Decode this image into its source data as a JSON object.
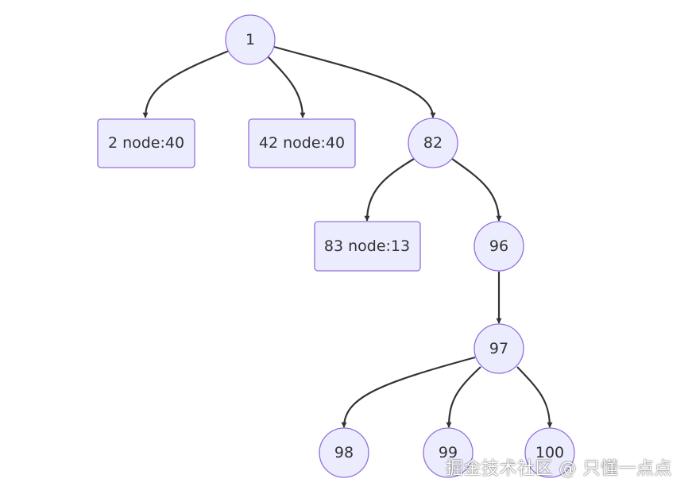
{
  "nodes": {
    "n1": "1",
    "n2": "2 node:40",
    "n42": "42 node:40",
    "n82": "82",
    "n83": "83 node:13",
    "n96": "96",
    "n97": "97",
    "n98": "98",
    "n99": "99",
    "n100": "100"
  },
  "watermark": "掘金技术社区 @ 只懂一点点",
  "colors": {
    "node_fill": "#ececff",
    "node_stroke": "#9370db",
    "edge": "#333333",
    "text": "#333333"
  }
}
